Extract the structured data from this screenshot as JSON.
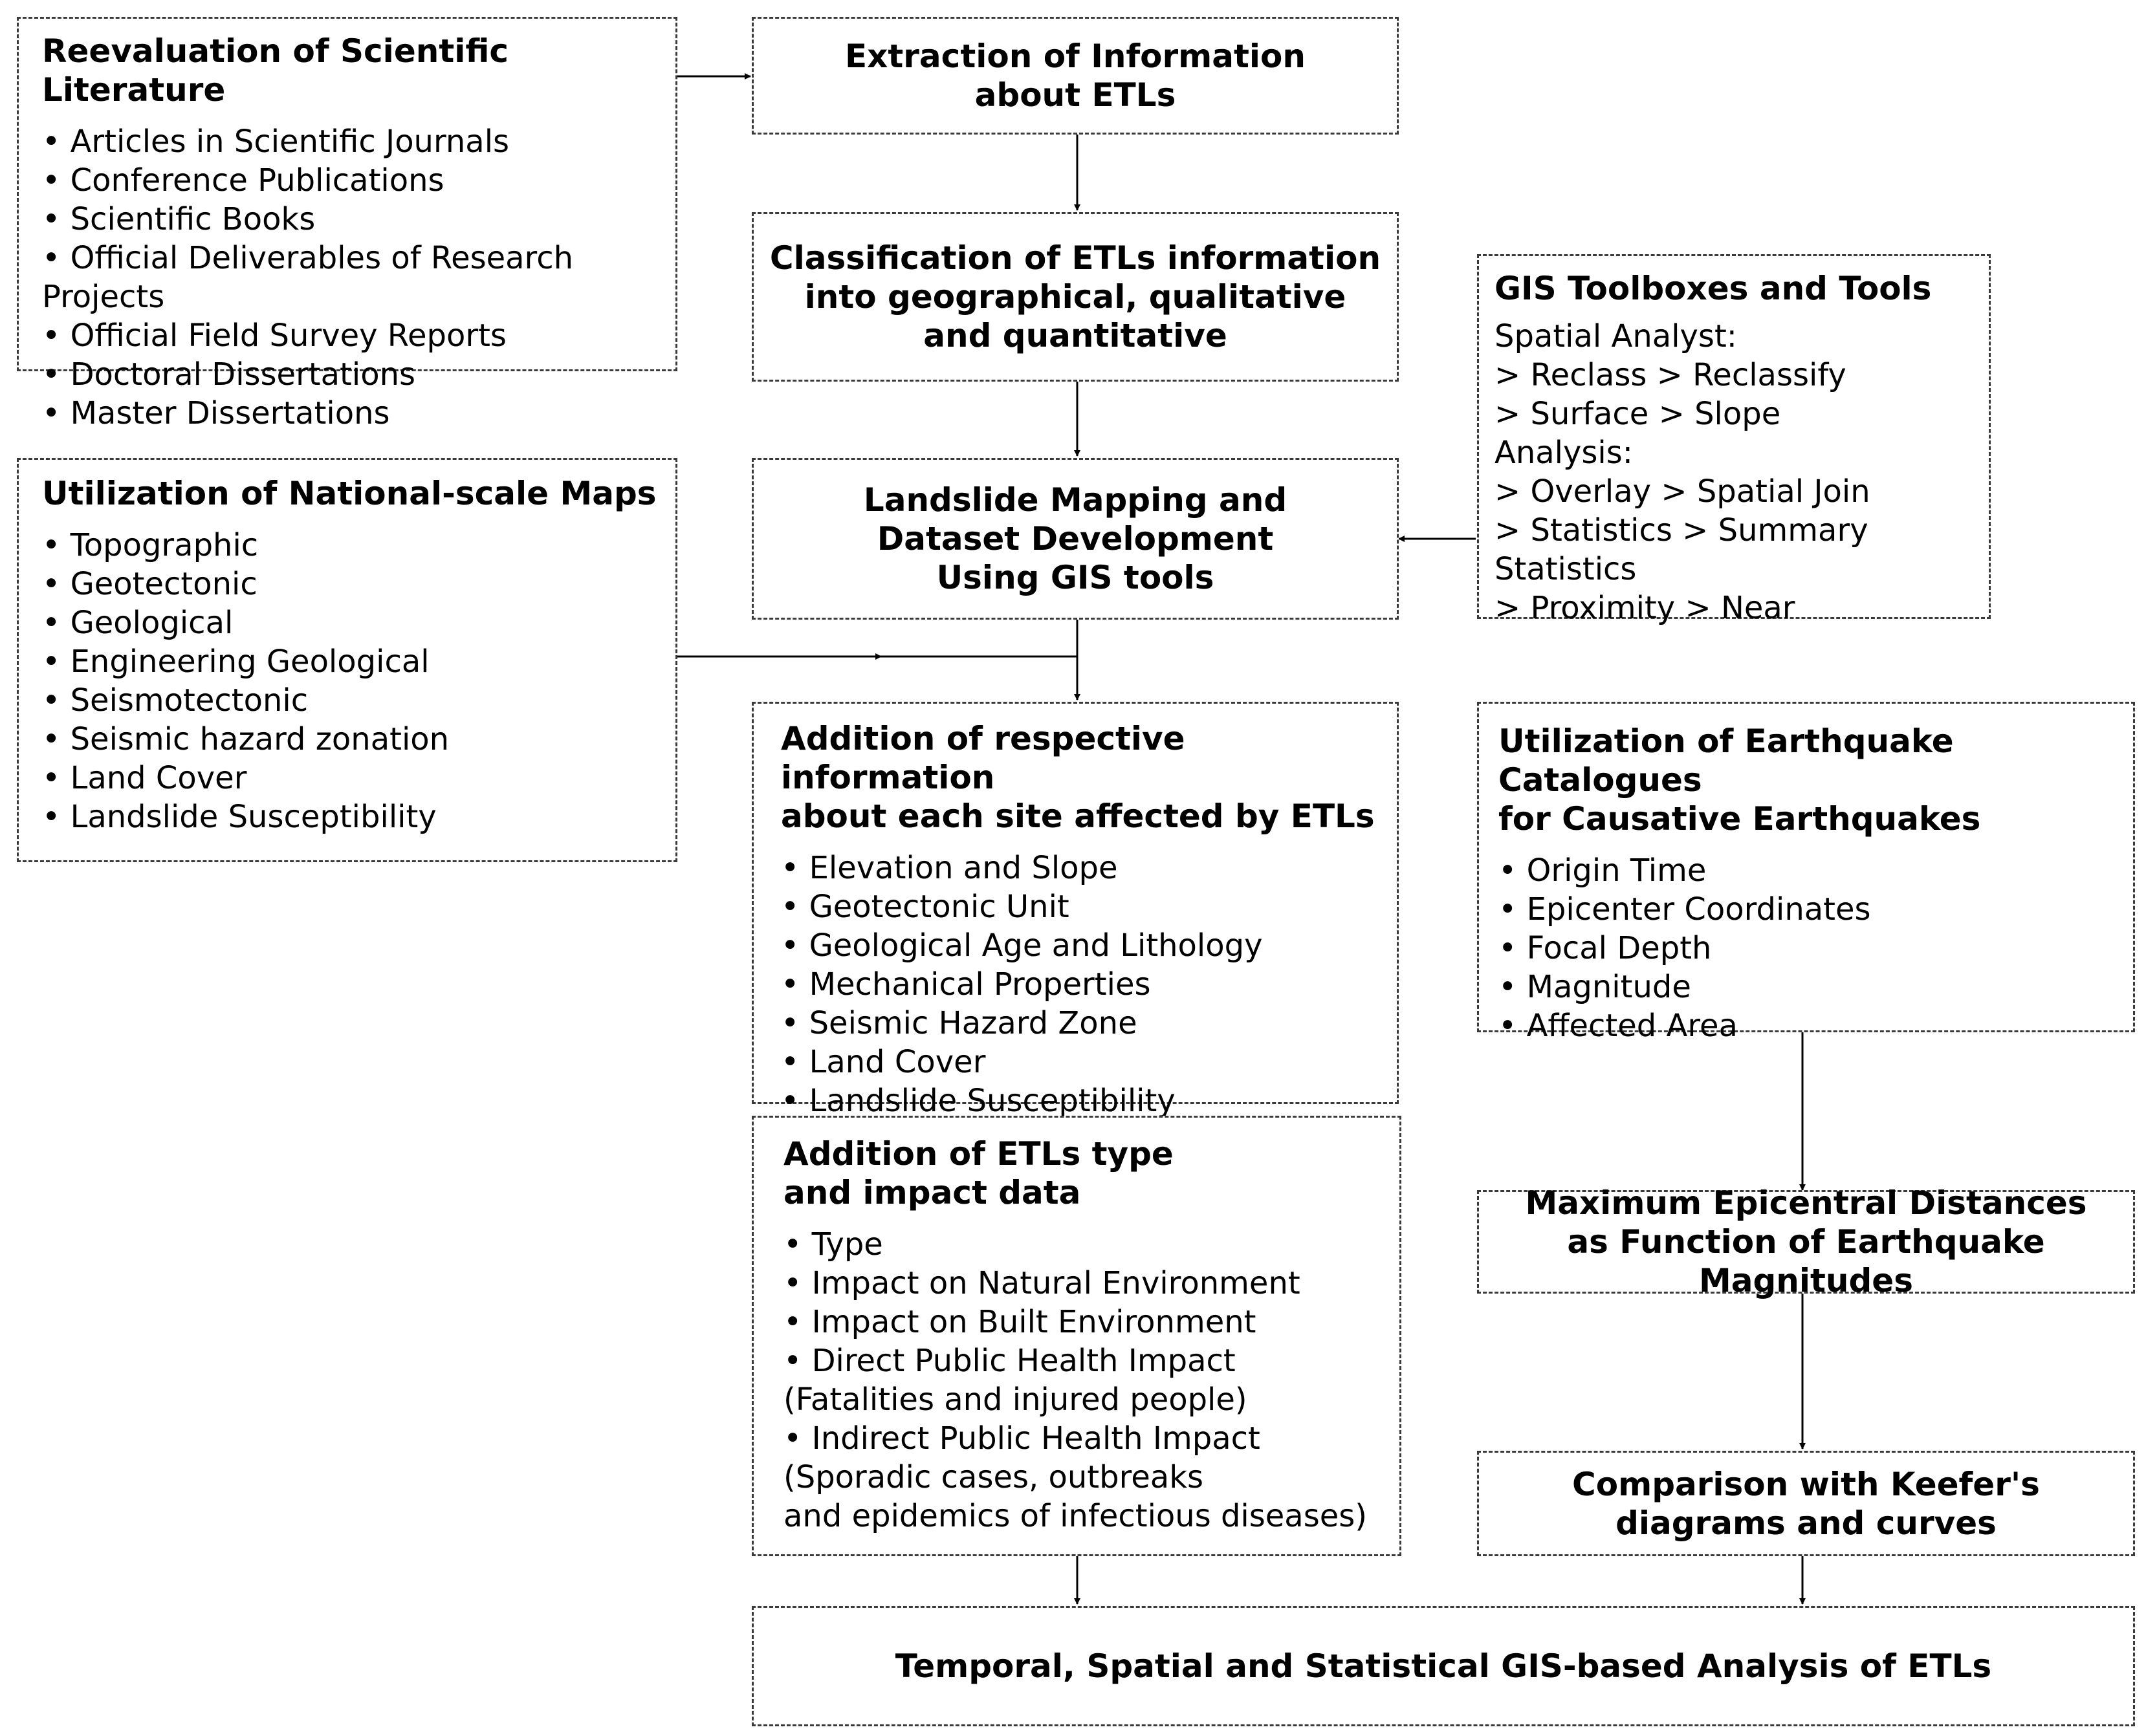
{
  "boxes": {
    "literature": {
      "title": "Reevaluation of Scientific Literature",
      "items": [
        "Articles in Scientific Journals",
        "Conference Publications",
        "Scientific Books",
        "Official Deliverables of Research Projects",
        "Official Field Survey Reports",
        "Doctoral Dissertations",
        "Master Dissertations"
      ]
    },
    "extraction": {
      "title": "Extraction of Information\nabout ETLs"
    },
    "classification": {
      "title": "Classification of ETLs information\ninto geographical, qualitative\nand quantitative"
    },
    "gis_tools": {
      "title": "GIS Toolboxes and Tools",
      "lines": [
        "Spatial Analyst:",
        "> Reclass > Reclassify",
        "> Surface > Slope",
        "Analysis:",
        "> Overlay > Spatial Join",
        "> Statistics > Summary Statistics",
        "> Proximity > Near"
      ]
    },
    "maps": {
      "title": "Utilization of National-scale Maps",
      "items": [
        "Topographic",
        "Geotectonic",
        "Geological",
        "Engineering Geological",
        "Seismotectonic",
        "Seismic hazard zonation",
        "Land Cover",
        "Landslide Susceptibility"
      ]
    },
    "mapping": {
      "title": "Landslide Mapping and\nDataset Development\nUsing GIS tools"
    },
    "site_info": {
      "title": "Addition of respective information\nabout each site affected by ETLs",
      "items": [
        "Elevation and Slope",
        "Geotectonic Unit",
        "Geological Age and Lithology",
        "Mechanical Properties",
        "Seismic Hazard Zone",
        "Land Cover",
        "Landslide Susceptibility"
      ]
    },
    "catalogues": {
      "title": "Utilization of Earthquake Catalogues\nfor Causative Earthquakes",
      "items": [
        "Origin Time",
        "Epicenter Coordinates",
        "Focal Depth",
        "Magnitude",
        "Affected Area"
      ]
    },
    "impact": {
      "title": "Addition of ETLs type\nand impact data",
      "lines": [
        "• Type",
        "• Impact on Natural Environment",
        "• Impact on Built Environment",
        "• Direct Public Health Impact",
        "(Fatalities and injured people)",
        "• Indirect Public Health Impact",
        "(Sporadic cases, outbreaks",
        "and epidemics of infectious diseases)"
      ]
    },
    "epicentral": {
      "title": "Maximum Epicentral Distances\nas Function of Earthquake Magnitudes"
    },
    "keefer": {
      "title": "Comparison with Keefer's\ndiagrams and curves"
    },
    "analysis": {
      "title": "Temporal, Spatial and Statistical GIS-based Analysis of ETLs"
    }
  },
  "bullet": "•"
}
